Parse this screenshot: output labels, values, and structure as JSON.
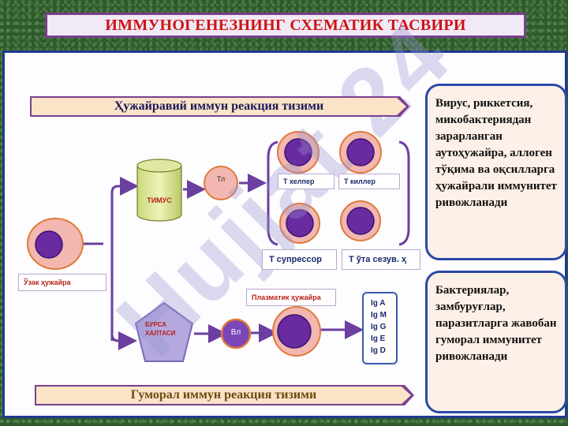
{
  "title": "ИММУНОГЕНЕЗНИНГ СХЕМАТИК ТАСВИРИ",
  "watermark": "Hujjat 24",
  "cellular_banner": "Ҳужайравий иммун реакция тизими",
  "humoral_banner": "Гуморал иммун реакция тизими",
  "stem_cell_label": "Ўзак ҳужайра",
  "thymus_label": "ТИМУС",
  "bursa_label": "БУРСА ХАЛТАСИ",
  "tl_label": "Тл",
  "bl_label": "Вл",
  "t_helper": "Т хелпер",
  "t_killer": "Т киллер",
  "t_suppressor": "Т супрессор",
  "t_memory": "Т ўта сезув. ҳ",
  "plasma_label": "Плазматик ҳужайра",
  "immunoglobulins": [
    "Ig A",
    "Ig M",
    "Ig G",
    "Ig E",
    "Ig D"
  ],
  "cellular_info": "Вирус, риккетсия, микобактериядан зарарланган аутоҳужайра, аллоген тўқима ва оқсилларга ҳужайрали иммунитет ривожланади",
  "humoral_info": "Бактериялар, замбуруғлар, паразитларга жавобан гуморал иммунитет ривожланади",
  "colors": {
    "title_text": "#cc1414",
    "panel_border": "#1f3b8f",
    "arrow": "#6b3fa0",
    "cell_nucleus": "#6a2aa0",
    "cell_body": "#f2b7b0",
    "cell_border": "#e07a3a"
  }
}
